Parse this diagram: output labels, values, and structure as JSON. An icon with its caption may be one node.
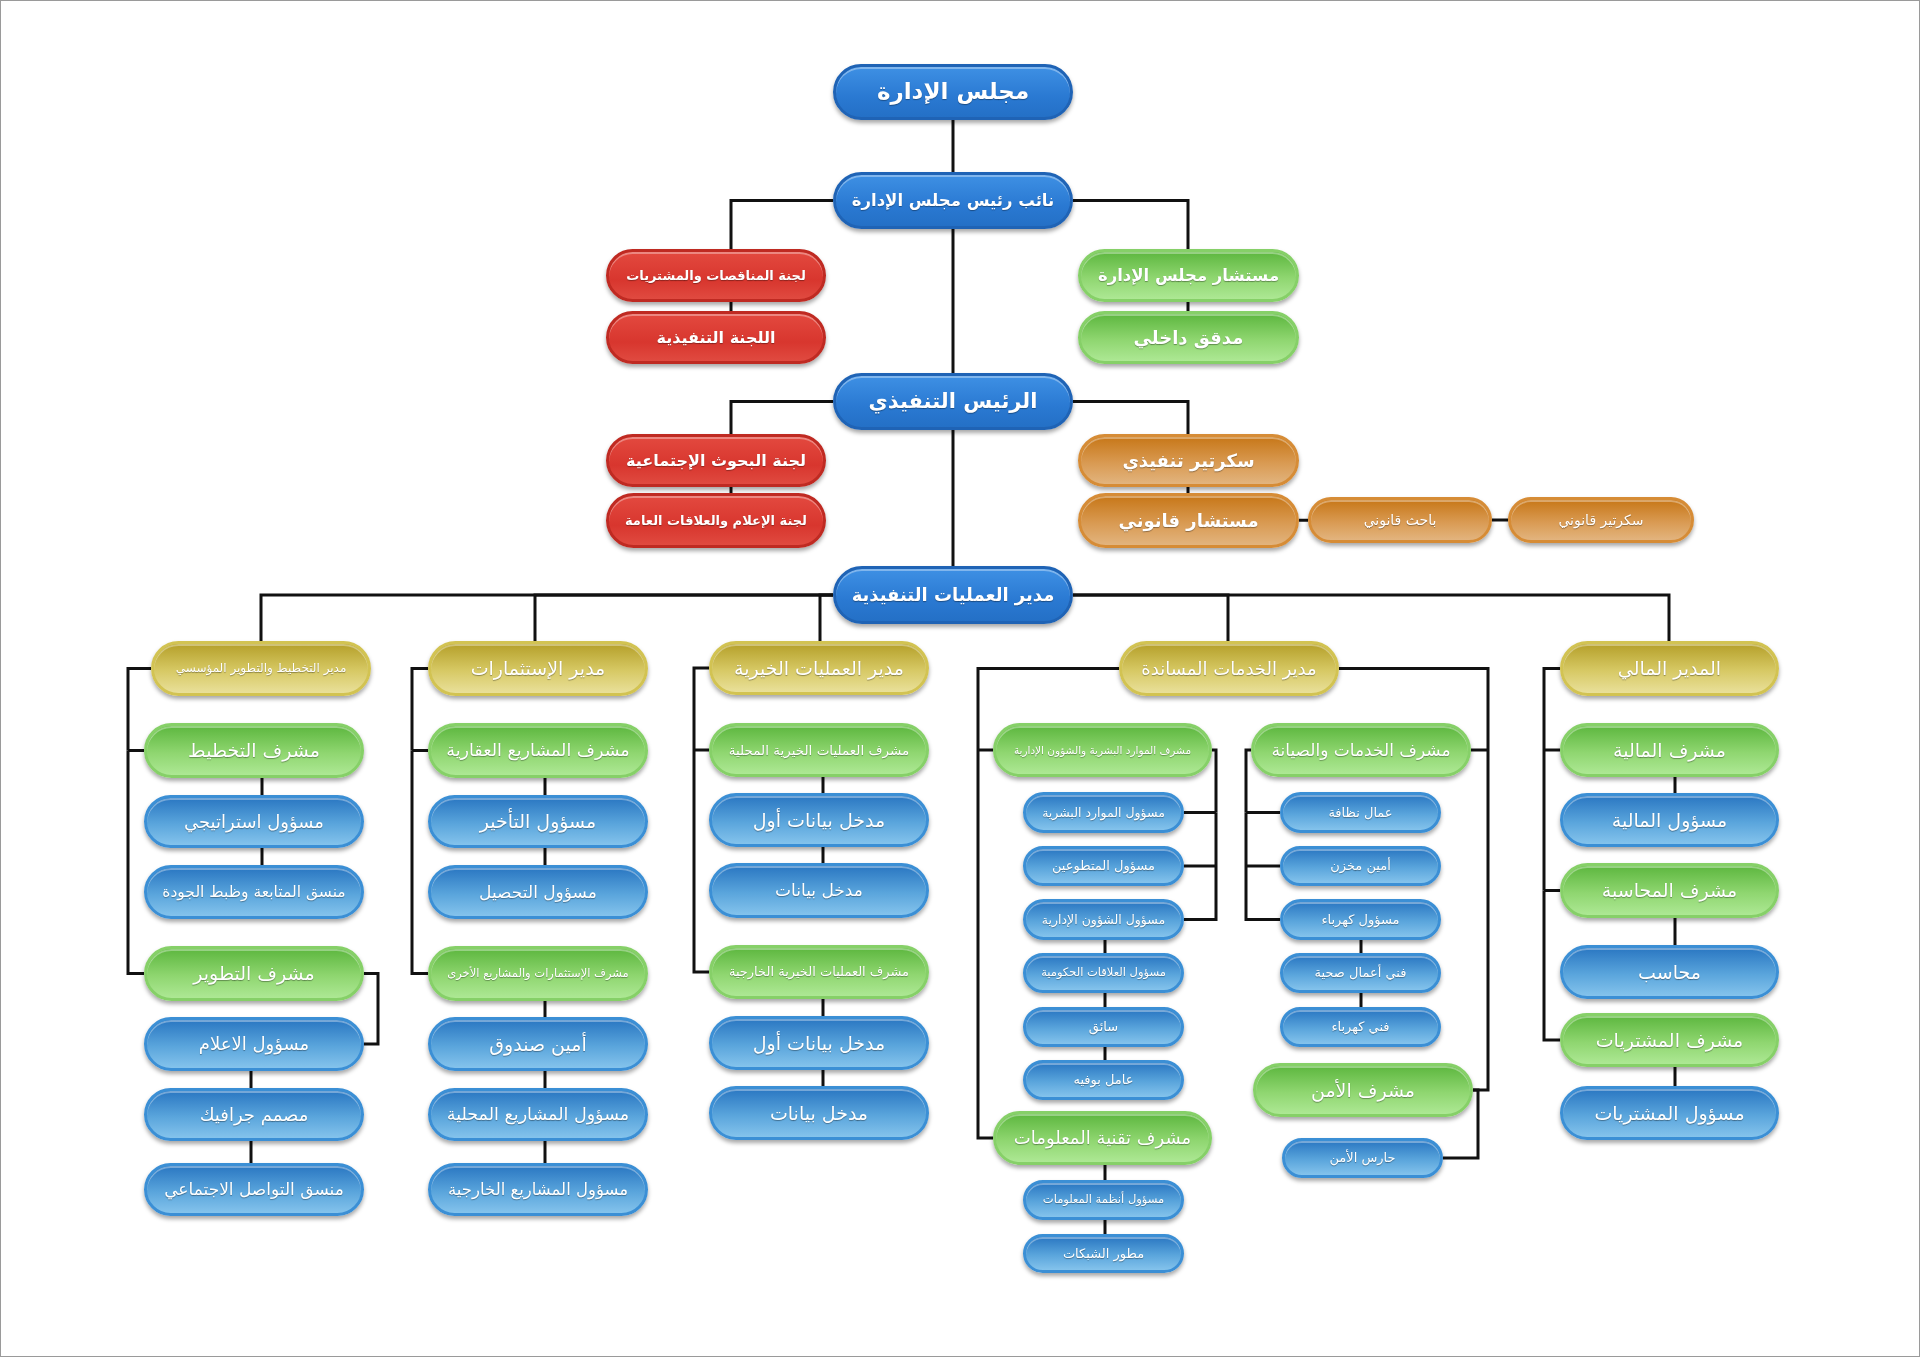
{
  "diagram": {
    "nodes": [
      {
        "text": [
          "مجلس الإدارة"
        ]
      },
      {
        "text": [
          "نائب رئيس مجلس الإدارة"
        ]
      },
      {
        "text": [
          "مستشار مجلس الإدارة"
        ]
      },
      {
        "text": [
          "مدقق داخلي"
        ]
      },
      {
        "text": [
          "لجنة المناقصات والمشتريات"
        ]
      },
      {
        "text": [
          "اللجنة التنفيذية"
        ]
      },
      {
        "text": [
          "الرئيس التنفيذي"
        ]
      },
      {
        "text": [
          "سكرتير تنفيذي"
        ]
      },
      {
        "text": [
          "مستشار قانوني"
        ]
      },
      {
        "text": [
          "باحث قانوني"
        ]
      },
      {
        "text": [
          "سكرتير قانوني"
        ]
      },
      {
        "text": [
          "لجنة البحوث الإجتماعية"
        ]
      },
      {
        "text": [
          "لجنة الإعلام والعلاقات العامة"
        ]
      },
      {
        "text": [
          "مدير العمليات التنفيذية"
        ]
      },
      {
        "text": [
          "المدير المالي"
        ]
      },
      {
        "text": [
          "مشرف المالية"
        ]
      },
      {
        "text": [
          "مسؤول المالية"
        ]
      },
      {
        "text": [
          "مشرف المحاسبة"
        ]
      },
      {
        "text": [
          "محاسب"
        ]
      },
      {
        "text": [
          "مشرف المشتريات"
        ]
      },
      {
        "text": [
          "مسؤول المشتريات"
        ]
      },
      {
        "text": [
          "مدير الخدمات المساندة"
        ]
      },
      {
        "text": [
          "مشرف الخدمات والصيانة"
        ]
      },
      {
        "text": [
          "عمال نظافة"
        ]
      },
      {
        "text": [
          "أمين مخزن"
        ]
      },
      {
        "text": [
          "مسؤول كهرباء"
        ]
      },
      {
        "text": [
          "فني أعمال صحية"
        ]
      },
      {
        "text": [
          "فني كهرباء"
        ]
      },
      {
        "text": [
          "مشرف الأمن"
        ]
      },
      {
        "text": [
          "حارس الأمن"
        ]
      },
      {
        "text": [
          "مشرف الموارد البشرية والشؤون الإدارية"
        ]
      },
      {
        "text": [
          "مسؤول الموارد البشرية"
        ]
      },
      {
        "text": [
          "مسؤول المتطوعين"
        ]
      },
      {
        "text": [
          "مسؤول الشؤون الإدارية"
        ]
      },
      {
        "text": [
          "مسؤول العلاقات الحكومية"
        ]
      },
      {
        "text": [
          "سائق"
        ]
      },
      {
        "text": [
          "عامل بوفيه"
        ]
      },
      {
        "text": [
          "مشرف تقنية المعلومات"
        ]
      },
      {
        "text": [
          "مسؤول أنظمة المعلومات"
        ]
      },
      {
        "text": [
          "مطور الشبكات"
        ]
      },
      {
        "text": [
          "مدير العمليات الخيرية"
        ]
      },
      {
        "text": [
          "مشرف العمليات الخيرية المحلية"
        ]
      },
      {
        "text": [
          "مدخل بيانات أول"
        ]
      },
      {
        "text": [
          "مدخل بيانات"
        ]
      },
      {
        "text": [
          "مشرف العمليات الخيرية الخارجية"
        ]
      },
      {
        "text": [
          "مدخل بيانات أول"
        ]
      },
      {
        "text": [
          "مدخل بيانات"
        ]
      },
      {
        "text": [
          "مدير الإستثمارات"
        ]
      },
      {
        "text": [
          "مشرف المشاريع العقارية"
        ]
      },
      {
        "text": [
          "مسؤول التأخير"
        ]
      },
      {
        "text": [
          "مسؤول التحصيل"
        ]
      },
      {
        "text": [
          "مشرف الإستثمارات والمشاريع الأخرى"
        ]
      },
      {
        "text": [
          "أمين صندوق"
        ]
      },
      {
        "text": [
          "مسؤول المشاريع المحلية"
        ]
      },
      {
        "text": [
          "مسؤول المشاريع الخارجية"
        ]
      },
      {
        "text": [
          "مدير التخطيط والتطوير المؤسسي"
        ]
      },
      {
        "text": [
          "مشرف التخطيط"
        ]
      },
      {
        "text": [
          "مسؤول استراتيجي"
        ]
      },
      {
        "text": [
          "منسق المتابعة وظبط الجودة"
        ]
      },
      {
        "text": [
          "مشرف التطوير"
        ]
      },
      {
        "text": [
          "مسؤول الاعلام"
        ]
      },
      {
        "text": [
          "مصمم جرافيك"
        ]
      },
      {
        "text": [
          "منسق التواصل الاجتماعي"
        ]
      }
    ],
    "edges": [
      {
        "from": 0,
        "to": 1,
        "arrow": "none"
      },
      {
        "from": 1,
        "to": 2,
        "arrow": "none"
      },
      {
        "from": 2,
        "to": 3,
        "arrow": "none"
      },
      {
        "from": 1,
        "to": 4,
        "arrow": "none"
      },
      {
        "from": 4,
        "to": 5,
        "arrow": "none"
      },
      {
        "from": 1,
        "to": 6,
        "arrow": "none"
      },
      {
        "from": 6,
        "to": 7,
        "arrow": "none"
      },
      {
        "from": 7,
        "to": 8,
        "arrow": "none"
      },
      {
        "from": 8,
        "to": 9,
        "arrow": "none"
      },
      {
        "from": 9,
        "to": 10,
        "arrow": "none"
      },
      {
        "from": 6,
        "to": 11,
        "arrow": "none"
      },
      {
        "from": 11,
        "to": 12,
        "arrow": "none"
      },
      {
        "from": 6,
        "to": 13,
        "arrow": "none"
      },
      {
        "from": 13,
        "to": 14,
        "arrow": "none"
      },
      {
        "from": 13,
        "to": 21,
        "arrow": "none"
      },
      {
        "from": 13,
        "to": 40,
        "arrow": "none"
      },
      {
        "from": 13,
        "to": 47,
        "arrow": "none"
      },
      {
        "from": 13,
        "to": 55,
        "arrow": "none"
      },
      {
        "from": 14,
        "to": 15,
        "arrow": "none"
      },
      {
        "from": 14,
        "to": 17,
        "arrow": "none"
      },
      {
        "from": 14,
        "to": 19,
        "arrow": "none"
      },
      {
        "from": 15,
        "to": 16,
        "arrow": "none"
      },
      {
        "from": 17,
        "to": 18,
        "arrow": "none"
      },
      {
        "from": 19,
        "to": 20,
        "arrow": "none"
      },
      {
        "from": 21,
        "to": 22,
        "arrow": "none"
      },
      {
        "from": 21,
        "to": 28,
        "arrow": "none"
      },
      {
        "from": 22,
        "to": 23,
        "arrow": "none"
      },
      {
        "from": 22,
        "to": 24,
        "arrow": "none"
      },
      {
        "from": 22,
        "to": 25,
        "arrow": "none"
      },
      {
        "from": 25,
        "to": 26,
        "arrow": "none"
      },
      {
        "from": 26,
        "to": 27,
        "arrow": "none"
      },
      {
        "from": 28,
        "to": 29,
        "arrow": "none"
      },
      {
        "from": 21,
        "to": 30,
        "arrow": "none"
      },
      {
        "from": 21,
        "to": 37,
        "arrow": "none"
      },
      {
        "from": 30,
        "to": 31,
        "arrow": "none"
      },
      {
        "from": 30,
        "to": 32,
        "arrow": "none"
      },
      {
        "from": 30,
        "to": 33,
        "arrow": "none"
      },
      {
        "from": 33,
        "to": 34,
        "arrow": "none"
      },
      {
        "from": 34,
        "to": 35,
        "arrow": "none"
      },
      {
        "from": 35,
        "to": 36,
        "arrow": "none"
      },
      {
        "from": 37,
        "to": 38,
        "arrow": "none"
      },
      {
        "from": 38,
        "to": 39,
        "arrow": "none"
      },
      {
        "from": 40,
        "to": 41,
        "arrow": "none"
      },
      {
        "from": 40,
        "to": 44,
        "arrow": "none"
      },
      {
        "from": 41,
        "to": 42,
        "arrow": "none"
      },
      {
        "from": 42,
        "to": 43,
        "arrow": "none"
      },
      {
        "from": 44,
        "to": 45,
        "arrow": "none"
      },
      {
        "from": 45,
        "to": 46,
        "arrow": "none"
      },
      {
        "from": 47,
        "to": 48,
        "arrow": "none"
      },
      {
        "from": 47,
        "to": 51,
        "arrow": "none"
      },
      {
        "from": 48,
        "to": 49,
        "arrow": "none"
      },
      {
        "from": 49,
        "to": 50,
        "arrow": "none"
      },
      {
        "from": 51,
        "to": 52,
        "arrow": "none"
      },
      {
        "from": 52,
        "to": 53,
        "arrow": "none"
      },
      {
        "from": 53,
        "to": 54,
        "arrow": "none"
      },
      {
        "from": 55,
        "to": 56,
        "arrow": "none"
      },
      {
        "from": 55,
        "to": 59,
        "arrow": "none"
      },
      {
        "from": 56,
        "to": 57,
        "arrow": "none"
      },
      {
        "from": 57,
        "to": 58,
        "arrow": "none"
      },
      {
        "from": 59,
        "to": 60,
        "arrow": "none"
      },
      {
        "from": 60,
        "to": 61,
        "arrow": "none"
      },
      {
        "from": 61,
        "to": 62,
        "arrow": "none"
      }
    ]
  }
}
